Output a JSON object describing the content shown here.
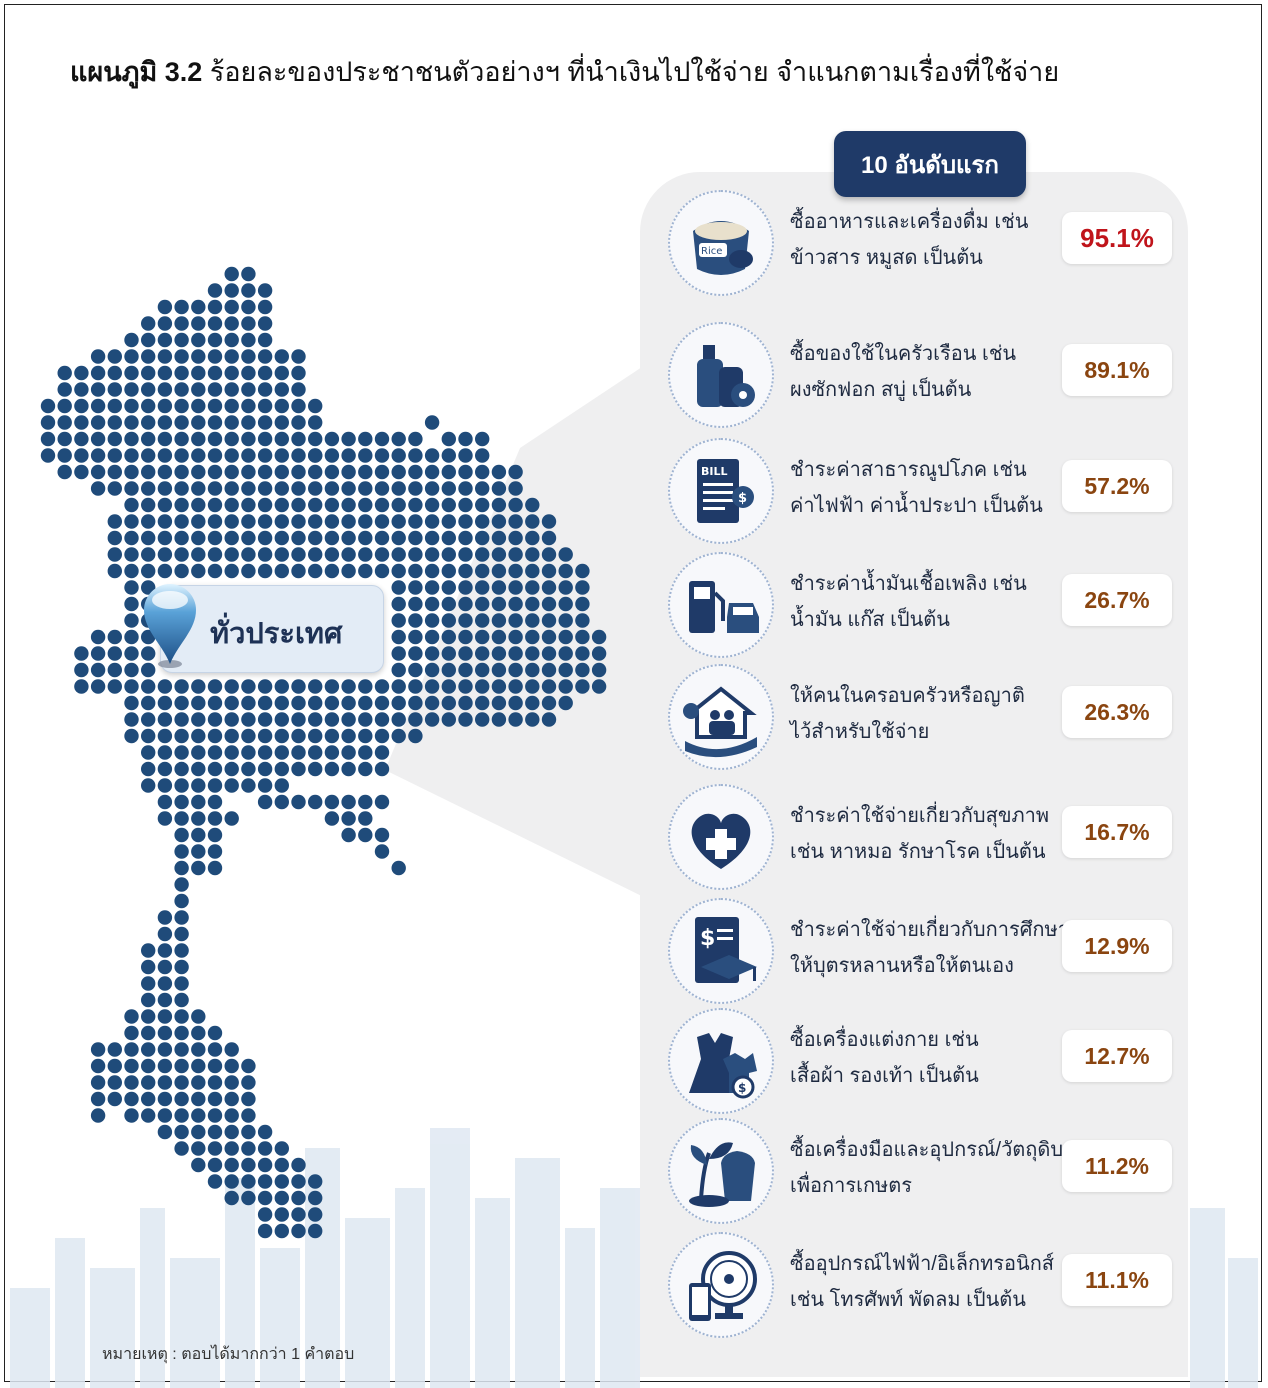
{
  "title": {
    "bold": "แผนภูมิ 3.2",
    "rest": " ร้อยละของประชาชนตัวอย่างฯ ที่นำเงินไปใช้จ่าย จำแนกตามเรื่องที่ใช้จ่าย"
  },
  "header": "10 อันดับแรก",
  "map_label": "ทั่วประเทศ",
  "note": "หมายเหตุ : ตอบได้มากกว่า 1 คำตอบ",
  "colors": {
    "dot": "#1f4b7a",
    "header": "#1f3a68",
    "top_value": "#c0141b",
    "value": "#8a4510"
  },
  "chart_data": {
    "type": "bar",
    "title": "แผนภูมิ 3.2 ร้อยละของประชาชนตัวอย่างฯ ที่นำเงินไปใช้จ่าย จำแนกตามเรื่องที่ใช้จ่าย",
    "unit": "%",
    "items": [
      {
        "icon": "rice-food-icon",
        "line1": "ซื้ออาหารและเครื่องดื่ม เช่น",
        "line2": "ข้าวสาร หมูสด เป็นต้น",
        "value": 95.1,
        "display": "95.1%"
      },
      {
        "icon": "household-supplies-icon",
        "line1": "ซื้อของใช้ในครัวเรือน เช่น",
        "line2": "ผงซักฟอก สบู่ เป็นต้น",
        "value": 89.1,
        "display": "89.1%"
      },
      {
        "icon": "bill-icon",
        "line1": "ชำระค่าสาธารณูปโภค เช่น",
        "line2": "ค่าไฟฟ้า ค่าน้ำประปา เป็นต้น",
        "value": 57.2,
        "display": "57.2%"
      },
      {
        "icon": "fuel-pump-icon",
        "line1": "ชำระค่าน้ำมันเชื้อเพลิง เช่น",
        "line2": "น้ำมัน แก๊ส เป็นต้น",
        "value": 26.7,
        "display": "26.7%"
      },
      {
        "icon": "family-support-icon",
        "line1": "ให้คนในครอบครัวหรือญาติ",
        "line2": "ไว้สำหรับใช้จ่าย",
        "value": 26.3,
        "display": "26.3%"
      },
      {
        "icon": "health-heart-icon",
        "line1": "ชำระค่าใช้จ่ายเกี่ยวกับสุขภาพ",
        "line2": "เช่น หาหมอ รักษาโรค เป็นต้น",
        "value": 16.7,
        "display": "16.7%"
      },
      {
        "icon": "education-icon",
        "line1": "ชำระค่าใช้จ่ายเกี่ยวกับการศึกษา",
        "line2": "ให้บุตรหลานหรือให้ตนเอง",
        "value": 12.9,
        "display": "12.9%"
      },
      {
        "icon": "clothing-icon",
        "line1": "ซื้อเครื่องแต่งกาย เช่น",
        "line2": "เสื้อผ้า รองเท้า เป็นต้น",
        "value": 12.7,
        "display": "12.7%"
      },
      {
        "icon": "agriculture-icon",
        "line1": "ซื้อเครื่องมือและอุปกรณ์/วัตถุดิบ",
        "line2": "เพื่อการเกษตร",
        "value": 11.2,
        "display": "11.2%"
      },
      {
        "icon": "electronics-fan-icon",
        "line1": "ซื้ออุปกรณ์ไฟฟ้า/อิเล็กทรอนิกส์",
        "line2": "เช่น โทรศัพท์ พัดลม เป็นต้น",
        "value": 11.1,
        "display": "11.1%"
      }
    ]
  }
}
